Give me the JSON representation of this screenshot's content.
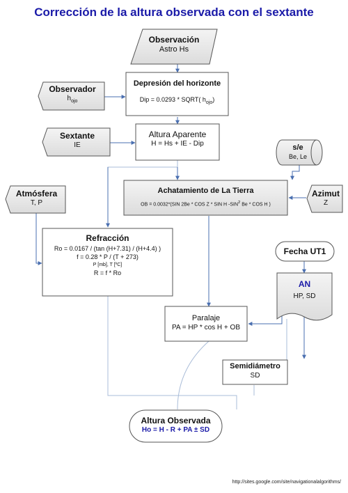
{
  "title": "Corrección de la altura observada con el sextante",
  "observacion": {
    "title": "Observación",
    "sub": "Astro Hs"
  },
  "depresion": {
    "title": "Depresión del horizonte",
    "formula_pre": "Dip = 0.0293 * SQRT( h",
    "formula_sub": "ojo",
    "formula_post": ")"
  },
  "observador": {
    "title": "Observador",
    "sub_main": "h",
    "sub_sub": "ojo"
  },
  "sextante": {
    "title": "Sextante",
    "sub": "IE"
  },
  "altura_aparente": {
    "title": "Altura Aparente",
    "formula": "H = Hs + IE - Dip"
  },
  "se": {
    "title": "s/e",
    "sub": "Be, Le"
  },
  "atmosfera": {
    "title": "Atmósfera",
    "sub": "T, P"
  },
  "achatamiento": {
    "title": "Achatamiento de La Tierra",
    "formula_pre": "OB = 0.0032*(SIN 2Be * COS Z * SIN H -SIN",
    "formula_sup": "2",
    "formula_post": " Be * COS H )"
  },
  "azimut": {
    "title": "Azimut",
    "sub": "Z"
  },
  "refraccion": {
    "title": "Refracción",
    "line1": "Ro = 0.0167 / (tan (H+7.31) / (H+4.4) )",
    "line2": "f = 0.28 * P / (T + 273)",
    "line3": "P [mb], T [ºC]",
    "line4": "R = f * Ro"
  },
  "fecha": {
    "title": "Fecha UT1"
  },
  "an": {
    "title": "AN",
    "sub": "HP, SD"
  },
  "paralaje": {
    "title": "Paralaje",
    "formula": "PA = HP * cos H + OB"
  },
  "semidiametro": {
    "title": "Semidiámetro",
    "sub": "SD"
  },
  "altura_observada": {
    "title": "Altura Observada",
    "formula": "Ho = H - R + PA ± SD"
  },
  "url": "http://sites.google.com/site/navigationalalgorithms/",
  "colors": {
    "title": "#1a1aa8",
    "box_fill": "#e8e8e8",
    "box_border": "#555555",
    "arrow": "#4a6fb0",
    "line": "#a9bcd8",
    "formula_blue": "#1a1aa8"
  }
}
